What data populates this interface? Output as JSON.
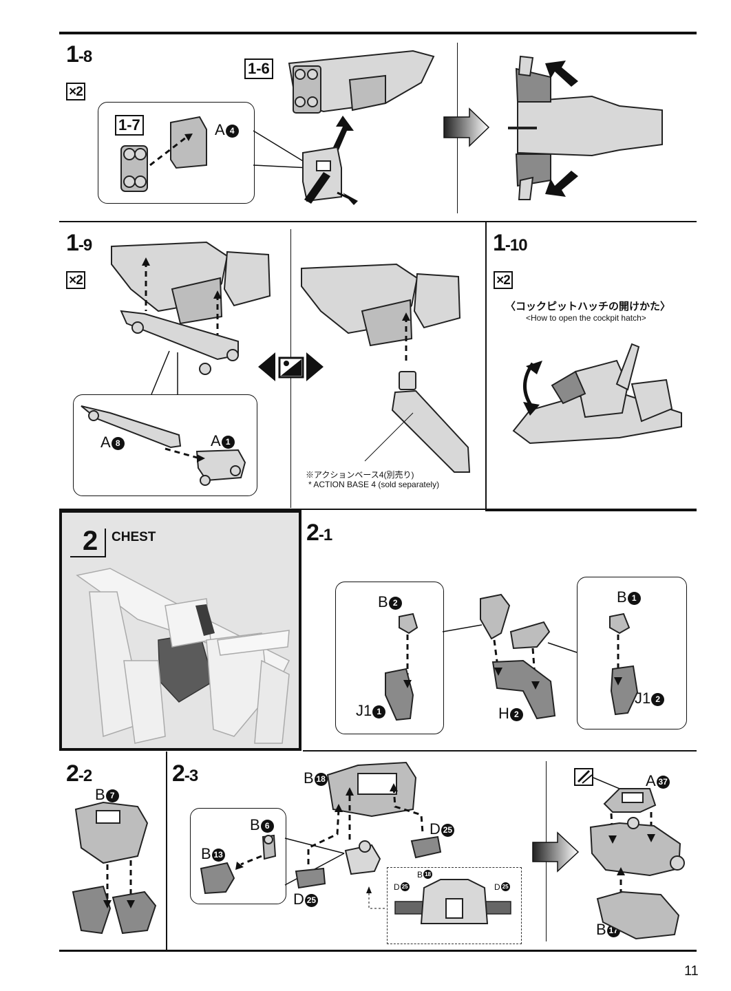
{
  "steps": {
    "s1_8": {
      "num": "1",
      "sub": "-8",
      "multiplier": "×2",
      "refs": [
        "1-6",
        "1-7"
      ],
      "part": {
        "letter": "A",
        "num": "4"
      }
    },
    "s1_9": {
      "num": "1",
      "sub": "-9",
      "multiplier": "×2",
      "parts": [
        {
          "letter": "A",
          "num": "8"
        },
        {
          "letter": "A",
          "num": "1"
        }
      ],
      "note_jp": "※アクションベース4(別売り)",
      "note_en": "* ACTION BASE 4 (sold separately)"
    },
    "s1_10": {
      "num": "1",
      "sub": "-10",
      "multiplier": "×2",
      "caption_jp": "〈コックピットハッチの開けかた〉",
      "caption_en": "<How to open the cockpit hatch>"
    },
    "s2": {
      "num": "2",
      "title": "CHEST"
    },
    "s2_1": {
      "num": "2",
      "sub": "-1",
      "parts": [
        {
          "letter": "B",
          "num": "2"
        },
        {
          "letter": "J1",
          "num": "1"
        },
        {
          "letter": "H",
          "num": "2"
        },
        {
          "letter": "B",
          "num": "1"
        },
        {
          "letter": "J1",
          "num": "2"
        }
      ]
    },
    "s2_2": {
      "num": "2",
      "sub": "-2",
      "part": {
        "letter": "B",
        "num": "7"
      }
    },
    "s2_3": {
      "num": "2",
      "sub": "-3",
      "parts": [
        {
          "letter": "B",
          "num": "18"
        },
        {
          "letter": "B",
          "num": "6"
        },
        {
          "letter": "B",
          "num": "13"
        },
        {
          "letter": "D",
          "num": "25"
        },
        {
          "letter": "D",
          "num": "25"
        },
        {
          "letter": "A",
          "num": "37"
        },
        {
          "letter": "B",
          "num": "17"
        }
      ],
      "inset_parts": [
        {
          "letter": "B",
          "num": "18"
        },
        {
          "letter": "D",
          "num": "25"
        },
        {
          "letter": "D",
          "num": "25"
        }
      ]
    }
  },
  "page_number": "11",
  "icons": [
    "arrow-right-icon",
    "swap-arrows-icon",
    "cut-nipper-icon"
  ]
}
